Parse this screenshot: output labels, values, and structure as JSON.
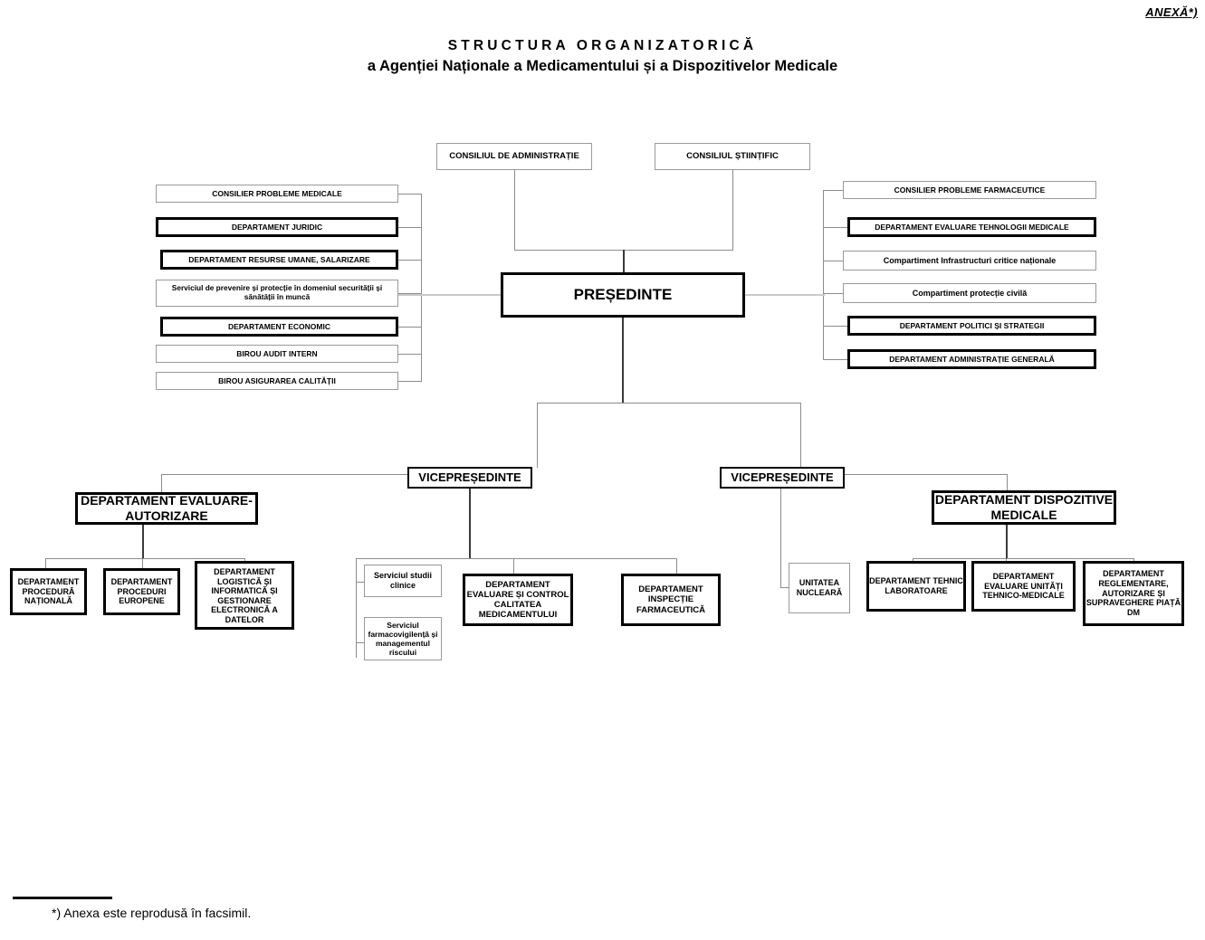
{
  "document": {
    "annex_label": "ANEXĂ*)",
    "title_line1": "STRUCTURA ORGANIZATORICĂ",
    "title_line2": "a Agenției Naționale a Medicamentului și a Dispozitivelor Medicale",
    "footnote": "*) Anexa este reprodusă în facsimil."
  },
  "councils": {
    "administration": "CONSILIUL DE ADMINISTRAȚIE",
    "scientific": "CONSILIUL  ȘTIINȚIFIC"
  },
  "president": "PREȘEDINTE",
  "vicepresident_left": "VICEPREȘEDINTE",
  "vicepresident_right": "VICEPREȘEDINTE",
  "left_column": [
    {
      "label": "CONSILIER PROBLEME MEDICALE",
      "emphasis": "thin"
    },
    {
      "label": "DEPARTAMENT  JURIDIC",
      "emphasis": "thick"
    },
    {
      "label": "DEPARTAMENT RESURSE UMANE, SALARIZARE",
      "emphasis": "thick"
    },
    {
      "label": "Serviciul de  prevenire și protecție în domeniul securității și sănătății în muncă",
      "emphasis": "thin"
    },
    {
      "label": "DEPARTAMENT ECONOMIC",
      "emphasis": "thick"
    },
    {
      "label": "BIROU AUDIT INTERN",
      "emphasis": "thin"
    },
    {
      "label": "BIROU ASIGURAREA CALITĂȚII",
      "emphasis": "thin"
    }
  ],
  "right_column": [
    {
      "label": "CONSILIER PROBLEME FARMACEUTICE",
      "emphasis": "thin"
    },
    {
      "label": "DEPARTAMENT EVALUARE TEHNOLOGII MEDICALE",
      "emphasis": "thick"
    },
    {
      "label": "Compartiment  Infrastructuri critice naționale",
      "emphasis": "thin"
    },
    {
      "label": "Compartiment protecție civilă",
      "emphasis": "thin"
    },
    {
      "label": "DEPARTAMENT POLITICI ȘI STRATEGII",
      "emphasis": "thick"
    },
    {
      "label": "DEPARTAMENT ADMINISTRAȚIE GENERALĂ",
      "emphasis": "thick"
    }
  ],
  "branch_left": {
    "head": "DEPARTAMENT EVALUARE-AUTORIZARE",
    "children": [
      "DEPARTAMENT PROCEDURĂ NAȚIONALĂ",
      "DEPARTAMENT PROCEDURI EUROPENE",
      "DEPARTAMENT LOGISTICĂ ȘI INFORMATICĂ ȘI GESTIONARE ELECTRONICĂ A DATELOR"
    ]
  },
  "branch_center": {
    "services": [
      "Serviciul studii clinice",
      "Serviciul farmacovigilență și managementul riscului"
    ],
    "departments": [
      "DEPARTAMENT EVALUARE ȘI CONTROL CALITATEA MEDICAMENTULUI",
      "DEPARTAMENT INSPECȚIE FARMACEUTICĂ"
    ]
  },
  "branch_right": {
    "nuclear_unit": "UNITATEA NUCLEARĂ",
    "head": "DEPARTAMENT DISPOZITIVE MEDICALE",
    "children": [
      "DEPARTAMENT TEHNIC LABORATOARE",
      "DEPARTAMENT EVALUARE UNITĂȚI TEHNICO-MEDICALE",
      "DEPARTAMENT REGLEMENTARE, AUTORIZARE ȘI SUPRAVEGHERE PIAȚĂ DM"
    ]
  },
  "colors": {
    "line": "#8c8c8c",
    "thin_border": "#9a9a9a",
    "thick_border": "#000000",
    "text": "#000000",
    "background": "#ffffff"
  }
}
